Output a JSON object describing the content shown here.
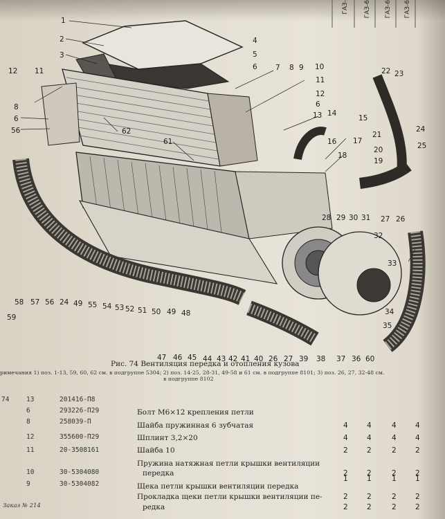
{
  "table_header": [
    "ГАЗ-",
    "ГАЗ-6",
    "ГАЗ-6",
    "ГАЗ-6"
  ],
  "callouts": [
    "1",
    "2",
    "3",
    "4",
    "5",
    "6",
    "7",
    "8",
    "9",
    "10",
    "12",
    "11",
    "11",
    "12",
    "6",
    "13",
    "8",
    "6",
    "56",
    "62",
    "61",
    "14",
    "15",
    "16",
    "17",
    "18",
    "22",
    "23",
    "21",
    "20",
    "24",
    "25",
    "19",
    "31",
    "30",
    "29",
    "28",
    "27",
    "26",
    "32",
    "33",
    "34",
    "35",
    "58",
    "59",
    "57",
    "56",
    "24",
    "49",
    "55",
    "54",
    "53",
    "52",
    "51",
    "50",
    "49",
    "48",
    "47",
    "46",
    "45",
    "44",
    "43",
    "42",
    "41",
    "40",
    "26",
    "27",
    "39",
    "38",
    "37",
    "36",
    "60"
  ],
  "caption": "Рис. 74  Вентиляция передка и отопления кузова",
  "note_line1": "римечания 1) поз. 1-13, 59, 60, 62 см. в подгруппе 5304; 2) поз. 14-25, 28-31, 49-58 и 61 см. в подгруппе 8101; 3) поз. 26, 27, 32-48 см.",
  "note_line2": "в подгруппе 8102",
  "left_table": [
    {
      "a": "74",
      "b": "13",
      "c": "201416-П8"
    },
    {
      "a": "",
      "b": "6",
      "c": "293226-П29"
    },
    {
      "a": "",
      "b": "8",
      "c": "258039-П"
    },
    {
      "a": "",
      "b": "12",
      "c": "355600-П29"
    },
    {
      "a": "",
      "b": "11",
      "c": "20-3508161"
    },
    {
      "a": "",
      "b": "10",
      "c": "30-5304080"
    },
    {
      "a": "",
      "b": "9",
      "c": "30-5304082"
    }
  ],
  "rows": [
    {
      "desc": "Болт М6×12 крепления петли",
      "q": [
        "",
        "",
        "",
        ""
      ]
    },
    {
      "desc": "Шайба пружинная 6 зубчатая",
      "q": [
        "4",
        "4",
        "4",
        "4"
      ]
    },
    {
      "desc": "Шплинт 3,2×20",
      "q": [
        "4",
        "4",
        "4",
        "4"
      ]
    },
    {
      "desc": "Шайба 10",
      "q": [
        "2",
        "2",
        "2",
        "2"
      ]
    },
    {
      "desc": "Пружина натяжная петли крышки вентиляции",
      "desc2": "передка",
      "q": [
        "2",
        "2",
        "2",
        "2"
      ]
    },
    {
      "desc": "Щека петли крышки вентиляции передка",
      "q": [
        "1",
        "1",
        "1",
        "1"
      ]
    },
    {
      "desc": "Прокладка щеки петли крышки вентиляции пе-",
      "desc2": "редка",
      "q": [
        "2",
        "2",
        "2",
        "2"
      ]
    }
  ],
  "qty_extra": [
    "2",
    "2",
    "2",
    "2"
  ],
  "footer": "Заказ № 214"
}
